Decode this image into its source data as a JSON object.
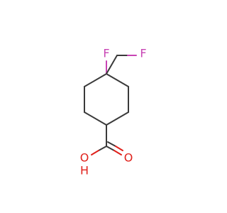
{
  "molecule": {
    "atoms": {
      "fluorine_ring": {
        "symbol": "F",
        "color": "#c844b4"
      },
      "fluorine_methyl": {
        "symbol": "F",
        "color": "#c844b4"
      },
      "oxygen_carbonyl": {
        "symbol": "O",
        "color": "#e0211b"
      },
      "oxygen_hydroxyl": {
        "symbol": "O",
        "color": "#e0211b"
      },
      "hydrogen_hydroxyl": {
        "symbol": "H",
        "color": "#e0211b"
      }
    },
    "colors": {
      "carbon_bond": "#3a3a3a",
      "oxygen": "#e0211b",
      "fluorine": "#c844b4"
    }
  }
}
